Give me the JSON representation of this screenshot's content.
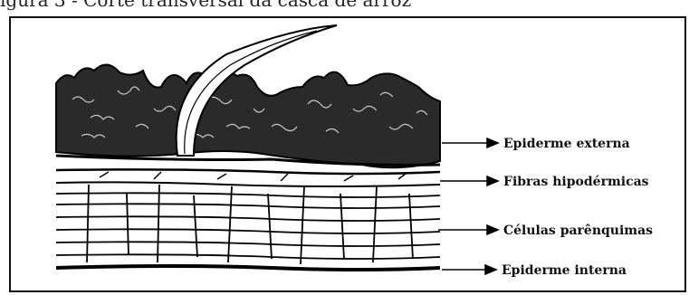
{
  "figure": {
    "caption": "igura 3 - Corte transversal da casca de arroz"
  },
  "labels": [
    {
      "id": "epiderme-externa",
      "text": "Epiderme externa"
    },
    {
      "id": "fibras-hipodermicas",
      "text": "Fibras hipodérmicas"
    },
    {
      "id": "celulas-parenquimas",
      "text": "Células parênquimas"
    },
    {
      "id": "epiderme-interna",
      "text": "Epiderme interna"
    }
  ]
}
